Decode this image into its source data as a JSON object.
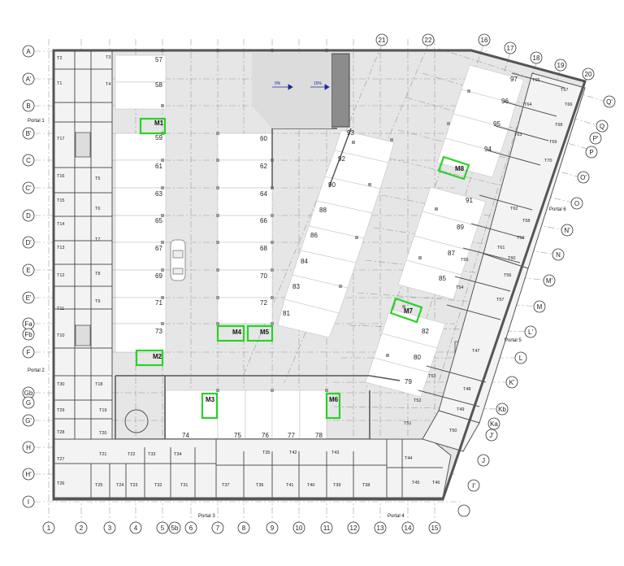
{
  "colors": {
    "wall": "#555555",
    "floor": "#e6e6e6",
    "stall": "#ffffff",
    "marker": "#28d228",
    "grid": "#888888",
    "arrow": "#1a2a9a",
    "ramp": "#8c8c8c"
  },
  "grid_cols": [
    "1",
    "2",
    "3",
    "4",
    "5",
    "5b",
    "6",
    "7",
    "8",
    "9",
    "10",
    "11",
    "12",
    "13",
    "14",
    "15"
  ],
  "grid_rows": [
    "A",
    "A'",
    "B",
    "B'",
    "C",
    "C'",
    "D",
    "D'",
    "E",
    "E'",
    "Fa",
    "Fb",
    "F",
    "Gb",
    "G",
    "G'",
    "H",
    "H'",
    "I"
  ],
  "grid_diag": [
    "21",
    "22",
    "16",
    "17",
    "18",
    "19",
    "20",
    "Q'",
    "Q",
    "P'",
    "P",
    "O'",
    "O",
    "N'",
    "N",
    "M'",
    "M",
    "L'",
    "L",
    "K'",
    "Kb",
    "Ka",
    "J'",
    "J",
    "I'"
  ],
  "portals": [
    "Portal 1",
    "Portal 2",
    "Portal 3",
    "Portal 4",
    "Portal 5",
    "Portal 6"
  ],
  "ramp_labels": [
    "9%",
    "15%"
  ],
  "spaces_left": [
    "57",
    "58",
    "59",
    "61",
    "63",
    "65",
    "67",
    "69",
    "71",
    "73"
  ],
  "spaces_mid": [
    "60",
    "62",
    "64",
    "66",
    "68",
    "70",
    "72"
  ],
  "spaces_bottom": [
    "74",
    "75",
    "76",
    "77",
    "78"
  ],
  "spaces_diag": [
    "93",
    "92",
    "90",
    "88",
    "86",
    "84",
    "83",
    "81"
  ],
  "spaces_right": [
    "97",
    "96",
    "95",
    "94",
    "91",
    "89",
    "87",
    "85",
    "82",
    "80",
    "79"
  ],
  "markers": [
    "M1",
    "M2",
    "M3",
    "M4",
    "M5",
    "M6",
    "M7",
    "M8"
  ],
  "storage_left": [
    "T2",
    "T3",
    "T1",
    "T4",
    "T17",
    "T16",
    "T5",
    "T15",
    "T6",
    "T14",
    "T7",
    "T13",
    "T8",
    "T12",
    "T9",
    "T11",
    "T10",
    "T30",
    "T18",
    "T29",
    "T19",
    "T28",
    "T20",
    "T27",
    "T26",
    "T25",
    "T24",
    "T23",
    "T22",
    "T21",
    "T33",
    "T34",
    "T32",
    "T31"
  ],
  "storage_bottom": [
    "T35",
    "T36",
    "T37",
    "T42",
    "T43",
    "T41",
    "T40",
    "T39",
    "T38",
    "T44",
    "T45",
    "T46"
  ],
  "storage_right": [
    "T65",
    "T67",
    "T64",
    "T66",
    "T63",
    "T68",
    "T69",
    "T70",
    "T62",
    "T58",
    "T61",
    "T59",
    "T60",
    "T55",
    "T54",
    "T56",
    "T57",
    "T47",
    "T53",
    "T48",
    "T52",
    "T49",
    "T51",
    "T50"
  ]
}
